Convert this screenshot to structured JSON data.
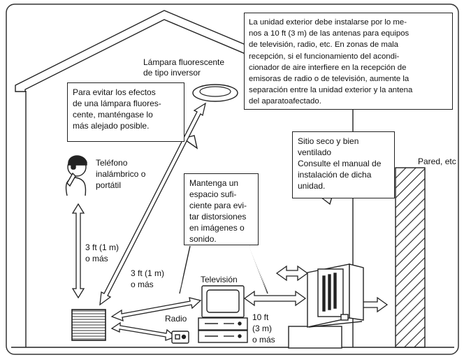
{
  "labels": {
    "outdoor_unit_note": "La unidad exterior debe instalarse por lo me-\nnos a 10 ft (3 m) de las antenas para equipos\nde televisión, radio, etc. En zonas de mala\nrecepción, si el funcionamiento del acondi-\ncionador de aire interfiere en la recepción de\nemisoras de radio o de televisión, aumente la\nseparación entre la unidad exterior y la antena\ndel aparatoafectado.",
    "fluorescent_lamp": "Lámpara fluorescente\nde tipo inversor",
    "lamp_note": "Para evitar los efectos\nde una lámpara fluores-\ncente, manténgase lo\nmás alejado posible.",
    "phone": "Teléfono\ninalámbrico o\nportátil",
    "distance_1m_vertical": "3 ft (1 m)\no más",
    "distance_1m_diagonal": "3 ft (1 m)\no más",
    "tv_space_note": "Mantenga un\nespacio sufi-\nciente para evi-\ntar distorsiones\nen imágenes o\nsonido.",
    "television": "Televisión",
    "radio": "Radio",
    "distance_3m": "10 ft\n(3 m)\no más",
    "dry_place_note": "Sitio seco y bien\nventilado\nConsulte el manual de\ninstalación de dicha\nunidad.",
    "wall": "Pared, etc"
  },
  "icons": [
    "phone-user-icon",
    "fluorescent-lamp-icon",
    "indoor-unit-icon",
    "radio-icon",
    "television-icon",
    "outdoor-unit-icon",
    "wall-hatch-icon"
  ]
}
